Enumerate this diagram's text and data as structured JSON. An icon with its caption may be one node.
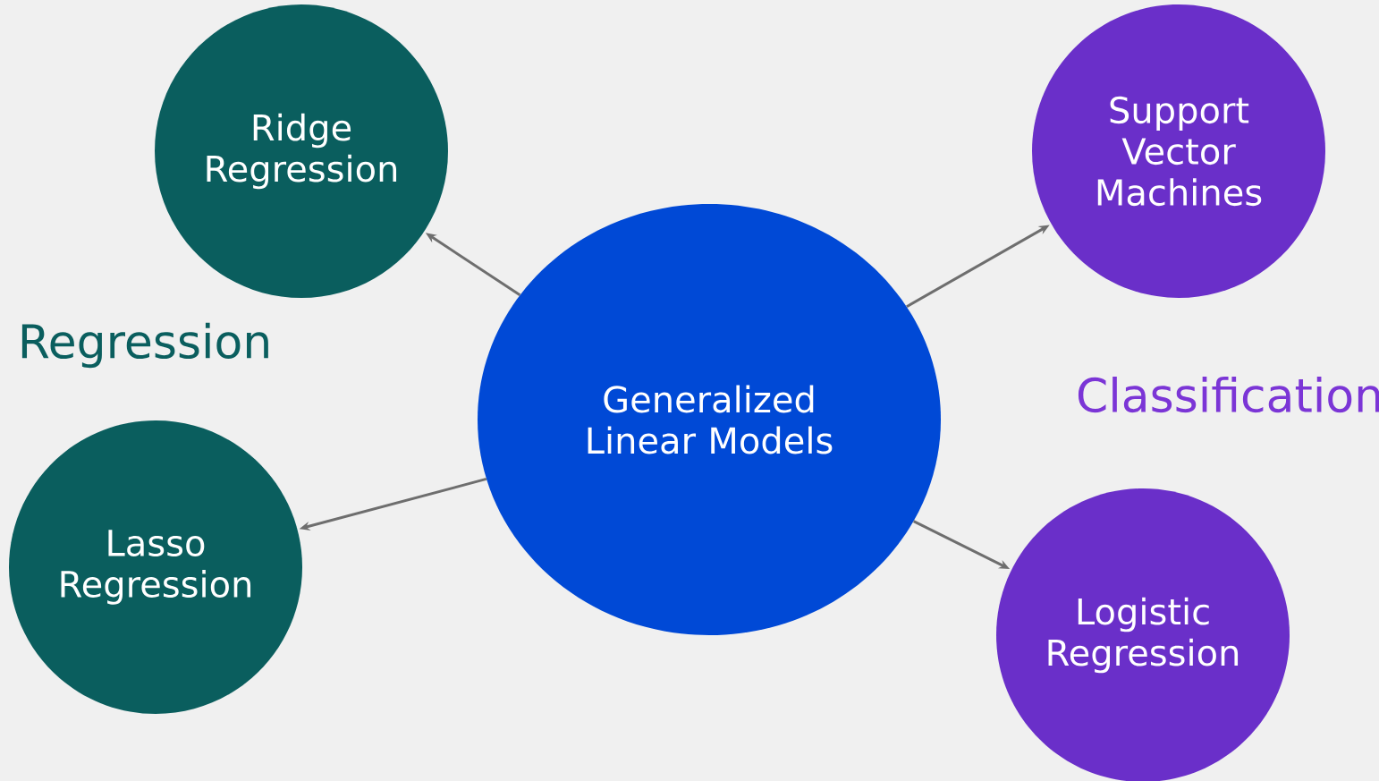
{
  "diagram": {
    "nodes": [
      {
        "text": [
          "Ridge Regression"
        ]
      },
      {
        "text": [
          "Lasso Regression"
        ]
      },
      {
        "text": [
          "Generalized Linear Models"
        ]
      },
      {
        "text": [
          "Support Vector Machines"
        ]
      },
      {
        "text": [
          "Logistic Regression"
        ]
      }
    ],
    "edges": [
      {
        "from": 2,
        "to": 0,
        "arrow": "to"
      },
      {
        "from": 2,
        "to": 1,
        "arrow": "to"
      },
      {
        "from": 2,
        "to": 3,
        "arrow": "to"
      },
      {
        "from": 2,
        "to": 4,
        "arrow": "to"
      }
    ],
    "labels": [
      "Regression",
      "Classification"
    ]
  }
}
